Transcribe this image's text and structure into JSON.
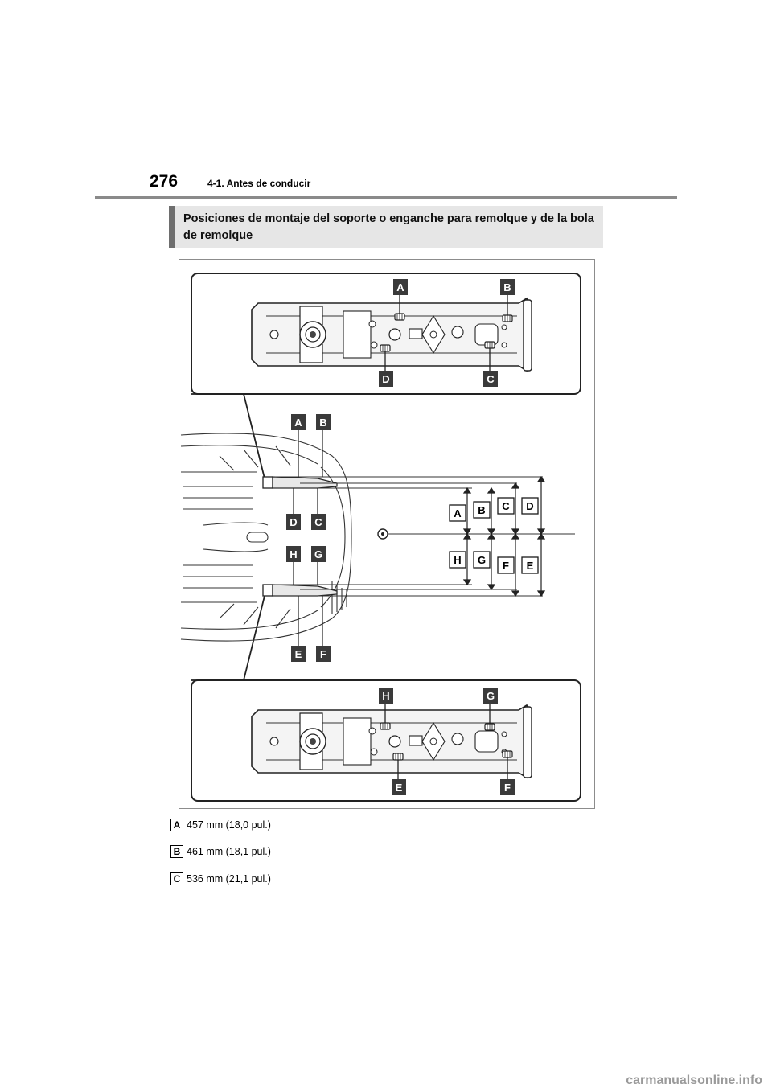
{
  "header": {
    "page_number": "276",
    "section_title": "4-1. Antes de conducir"
  },
  "heading": "Posiciones de montaje del soporte o enganche para remolque y de la bola de remolque",
  "figure": {
    "top_detail_labels": [
      "A",
      "B",
      "D",
      "C"
    ],
    "mid_top_labels": [
      "A",
      "B",
      "D",
      "C"
    ],
    "mid_bottom_labels": [
      "H",
      "G",
      "E",
      "F"
    ],
    "dimension_labels_upper": [
      "A",
      "B",
      "C",
      "D"
    ],
    "dimension_labels_lower": [
      "H",
      "G",
      "F",
      "E"
    ],
    "bottom_detail_labels": [
      "H",
      "G",
      "E",
      "F"
    ]
  },
  "legend": [
    {
      "key": "A",
      "text": "457 mm (18,0 pul.)"
    },
    {
      "key": "B",
      "text": "461 mm (18,1 pul.)"
    },
    {
      "key": "C",
      "text": "536 mm (21,1 pul.)"
    }
  ],
  "watermark": "carmanualsonline.info"
}
